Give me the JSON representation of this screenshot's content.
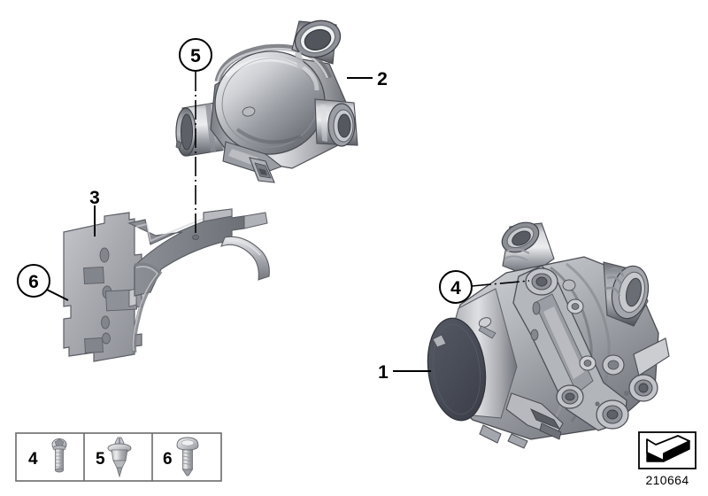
{
  "diagram": {
    "title": "Engine coolant thermostat, water pump and bracket exploded view",
    "background_color": "#ffffff",
    "line_color": "#000000"
  },
  "callouts": [
    {
      "id": "callout-1",
      "label": "1",
      "style": "plain",
      "target": "electric water pump body",
      "leader": "solid-horizontal"
    },
    {
      "id": "callout-2",
      "label": "2",
      "style": "plain",
      "target": "coolant thermostat housing",
      "leader": "solid-horizontal"
    },
    {
      "id": "callout-3",
      "label": "3",
      "style": "plain",
      "target": "mounting bracket",
      "leader": "solid-vertical"
    },
    {
      "id": "callout-4",
      "label": "4",
      "style": "circled",
      "target": "water pump fastening bolt",
      "leader": "dash-dot"
    },
    {
      "id": "callout-5",
      "label": "5",
      "style": "circled",
      "target": "expanding rivet clip",
      "leader": "dash-dot"
    },
    {
      "id": "callout-6",
      "label": "6",
      "style": "circled",
      "target": "bracket self-tapping screw",
      "leader": "solid-diagonal"
    }
  ],
  "legend": {
    "name": "fastener-legend",
    "cells": [
      {
        "number": "4",
        "fastener": "hex-flange-bolt-icon"
      },
      {
        "number": "5",
        "fastener": "expanding-rivet-icon"
      },
      {
        "number": "6",
        "fastener": "button-head-screw-icon"
      }
    ]
  },
  "footer": {
    "icon": "view-direction-arrow-icon",
    "part_number": "210664"
  },
  "parts": {
    "thermostat": {
      "name": "coolant-thermostat-housing"
    },
    "bracket": {
      "name": "mounting-bracket"
    },
    "water_pump": {
      "name": "electric-water-pump"
    }
  },
  "colors": {
    "metal_light": "#d9dade",
    "metal_mid": "#a9abb0",
    "metal_dark": "#6f7278",
    "metal_shadow": "#55585e",
    "end_cap": "#484c57",
    "outline": "#3b3d42"
  }
}
